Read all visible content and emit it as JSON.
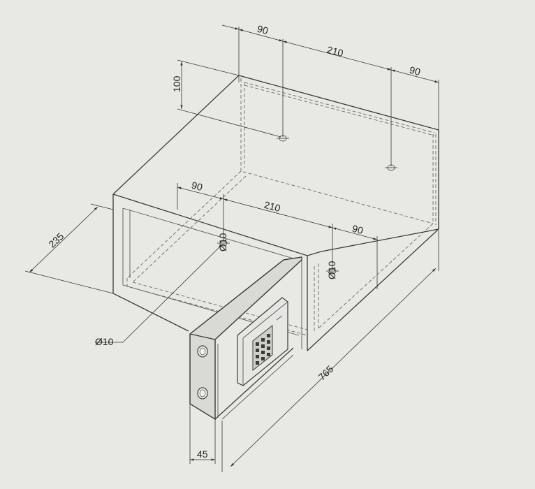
{
  "drawing": {
    "dimensions": {
      "top_left_90": "90",
      "top_mid_210": "210",
      "top_right_90": "90",
      "height_100": "100",
      "floor_left_90": "90",
      "floor_mid_210": "210",
      "floor_right_90": "90",
      "depth_235": "235",
      "hole_diameter": "Ø10",
      "width_765": "765",
      "thickness_45": "45"
    },
    "colors": {
      "background": "#e9e9e4",
      "line": "#3a3a3a"
    },
    "icons": [
      "keypad-icon",
      "hinge-knob-icon"
    ]
  }
}
